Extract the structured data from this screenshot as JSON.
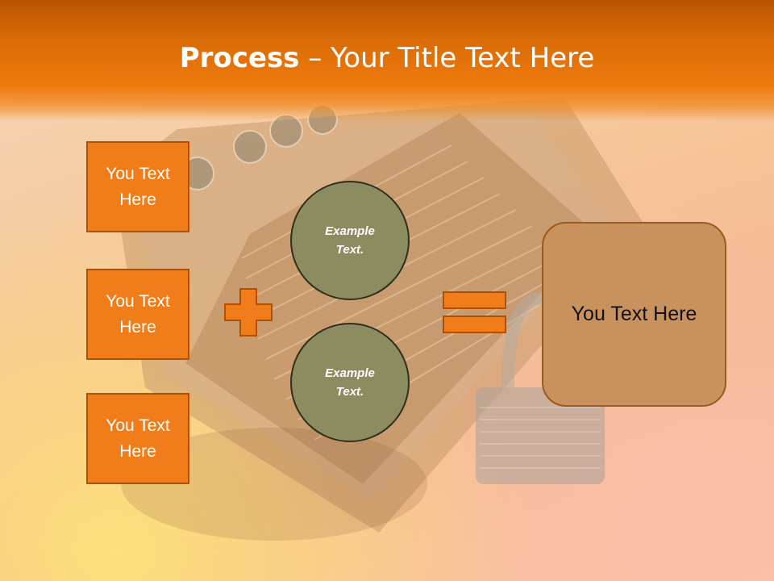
{
  "slide": {
    "title_bold": "Process",
    "title_rest": " – Your Title Text Here"
  },
  "left_boxes": [
    {
      "text": "You Text Here"
    },
    {
      "text": "You Text Here"
    },
    {
      "text": "You Text Here"
    }
  ],
  "circles": [
    {
      "text": "Example Text."
    },
    {
      "text": "Example Text."
    }
  ],
  "result": {
    "text": "You Text Here"
  },
  "colors": {
    "title_bar": "#ee7a0c",
    "box_fill": "#f07c1a",
    "circle_fill": "#8d8b60",
    "result_fill": "#c9915e",
    "plus_equals_fill": "#f07c1a"
  }
}
